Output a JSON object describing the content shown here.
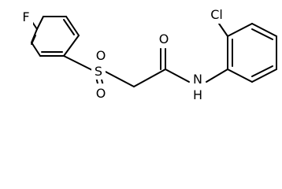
{
  "molecule": {
    "atoms": {
      "fluorine": "F",
      "sulfur": "S",
      "sulfonyl_oxygen_top": "O",
      "sulfonyl_oxygen_bottom": "O",
      "carbonyl_oxygen": "O",
      "amide_nitrogen": "N",
      "amide_hydrogen": "H",
      "chlorine": "Cl"
    }
  }
}
